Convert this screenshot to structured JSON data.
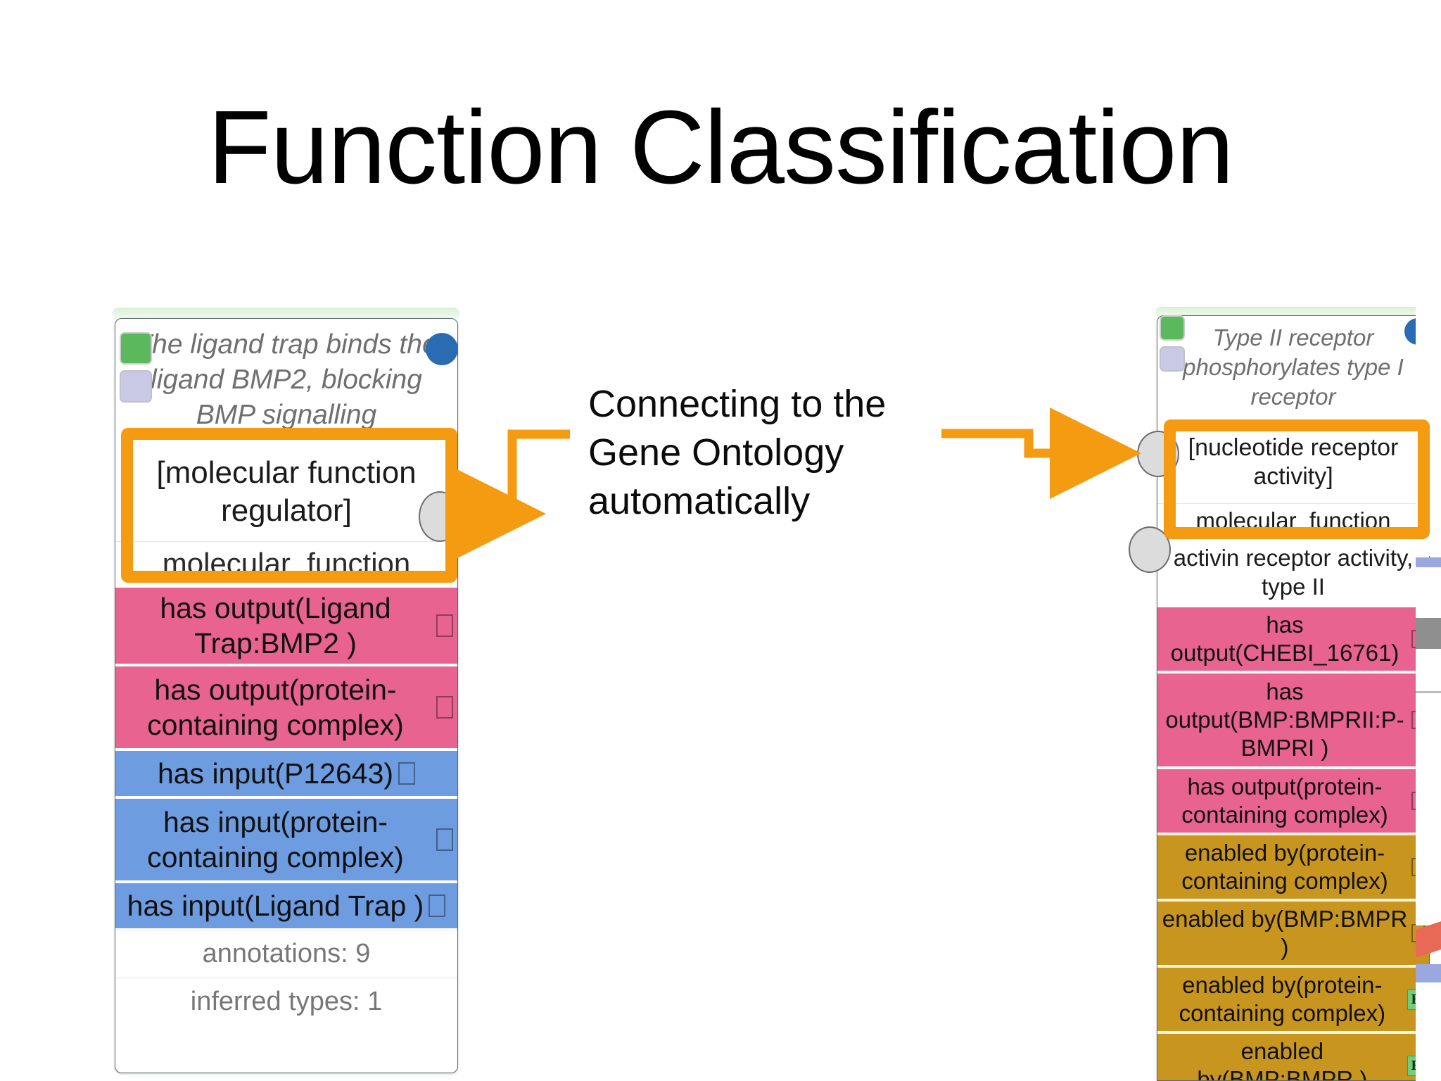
{
  "slide": {
    "title": "Function Classification",
    "background": "#ffffff"
  },
  "callout": {
    "text": "Connecting to the Gene Ontology automatically",
    "lines": [
      "Connecting to the",
      "Gene Ontology",
      "automatically"
    ],
    "accent_color": "#f59b11",
    "arrow_left_name": "arrow-to-left-card",
    "arrow_right_name": "arrow-to-right-card"
  },
  "left_card": {
    "description": "The ligand trap binds the ligand BMP2, blocking BMP signalling",
    "header_icons": {
      "green_chip": "green-state-chip",
      "purple_chip": "purple-state-chip",
      "blue_dot": "blue-node-dot"
    },
    "highlighted_term": "[molecular function regulator]",
    "term_root": "molecular_function",
    "rows": [
      {
        "label": "has output(Ligand Trap:BMP2 )",
        "color": "pink",
        "badge": "box"
      },
      {
        "label": "has output(protein-containing complex)",
        "color": "pink",
        "badge": "box"
      },
      {
        "label": "has input(P12643)",
        "color": "blue",
        "badge": "box"
      },
      {
        "label": "has input(protein-containing complex)",
        "color": "blue",
        "badge": "box"
      },
      {
        "label": "has input(Ligand Trap )",
        "color": "blue",
        "badge": "box"
      }
    ],
    "footer": [
      {
        "label": "annotations: 9"
      },
      {
        "label": "inferred types: 1"
      }
    ]
  },
  "right_card": {
    "description": "Type II receptor phosphorylates type I receptor",
    "header_icons": {
      "green_chip": "green-state-chip",
      "purple_chip": "purple-state-chip",
      "blue_dot": "blue-node-dot"
    },
    "highlighted_term": "[nucleotide receptor activity]",
    "term_root": "molecular_function",
    "secondary_term": "activin receptor activity, type II",
    "rows": [
      {
        "label": "has output(CHEBI_16761)",
        "color": "pink",
        "badge": "box"
      },
      {
        "label": "has output(BMP:BMPRII:P-BMPRI )",
        "color": "pink",
        "badge": "box"
      },
      {
        "label": "has output(protein-containing complex)",
        "color": "pink",
        "badge": "box"
      },
      {
        "label": "enabled by(protein-containing complex)",
        "color": "gold",
        "badge": "box"
      },
      {
        "label": "enabled by(BMP:BMPR )",
        "color": "gold",
        "badge": "box"
      },
      {
        "label": "enabled by(protein-containing complex)",
        "color": "gold",
        "badge": "E"
      },
      {
        "label": "enabled by(BMP:BMPR )",
        "color": "gold",
        "badge": "E"
      }
    ]
  },
  "colors": {
    "pink": "#e8638f",
    "blue": "#6e9ce0",
    "gold": "#c8961f",
    "orange_accent": "#f59b11",
    "green_chip": "#5cb85c",
    "purple_chip": "#c9c9e6",
    "blue_dot": "#2a6cb4",
    "e_badge_green": "#6fcf7d"
  }
}
